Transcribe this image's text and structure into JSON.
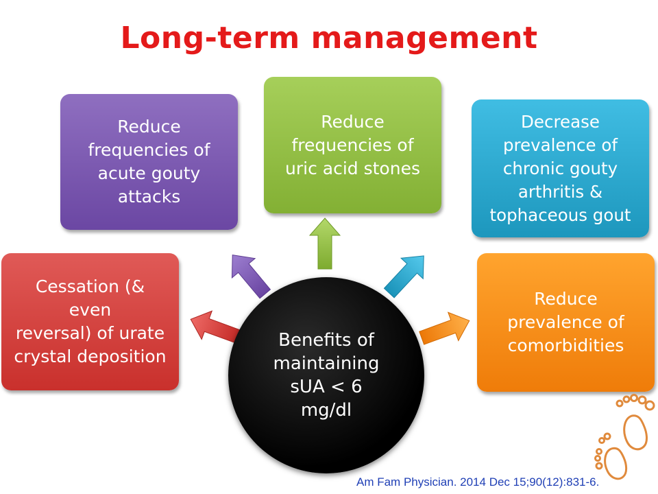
{
  "title": "Long-term management",
  "center": {
    "lines": [
      "Benefits of",
      "maintaining",
      "sUA < 6",
      "mg/dl"
    ]
  },
  "boxes": {
    "red": {
      "lines": [
        "Cessation (& even",
        "reversal) of urate",
        "crystal deposition"
      ],
      "color": "#c9302c"
    },
    "purple": {
      "lines": [
        "Reduce",
        "frequencies of",
        "acute gouty",
        "attacks"
      ],
      "color": "#7b57b1"
    },
    "green": {
      "lines": [
        "Reduce",
        "frequencies of",
        "uric acid stones"
      ],
      "color": "#92c043"
    },
    "blue": {
      "lines": [
        "Decrease",
        "prevalence of",
        "chronic gouty",
        "arthritis &",
        "tophaceous gout"
      ],
      "color": "#2fa9d0"
    },
    "orange": {
      "lines": [
        "Reduce",
        "prevalence of",
        "comorbidities"
      ],
      "color": "#f7901e"
    }
  },
  "citation": "Am Fam Physician. 2014 Dec 15;90(12):831-6.",
  "icons": {
    "arrows": "arrow-icon",
    "footprints": "footprints-icon"
  }
}
